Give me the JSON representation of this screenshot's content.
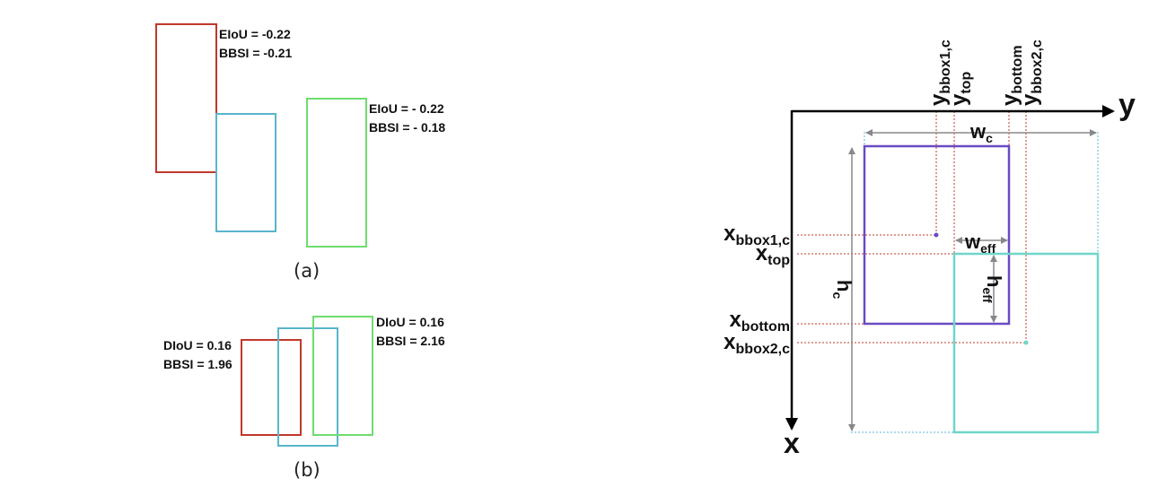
{
  "panel_a": {
    "red": {
      "eiou": "EIoU = -0.22",
      "bbsi": "BBSI = -0.21"
    },
    "green": {
      "eiou": "EIoU = - 0.22",
      "bbsi": "BBSI = - 0.18"
    },
    "caption": "(a)"
  },
  "panel_b": {
    "red": {
      "diou": "DIoU = 0.16",
      "bbsi": "BBSI = 1.96"
    },
    "green": {
      "diou": "DIoU = 0.16",
      "bbsi": "BBSI = 2.16"
    },
    "caption": "(b)"
  },
  "axes": {
    "x": "x",
    "y": "y"
  },
  "labels": {
    "y_bbox1": {
      "base": "y",
      "sub": "bbox1,c"
    },
    "y_top": {
      "base": "y",
      "sub": "top"
    },
    "y_bottom": {
      "base": "y",
      "sub": "bottom"
    },
    "y_bbox2": {
      "base": "y",
      "sub": "bbox2,c"
    },
    "x_bbox1": {
      "base": "x",
      "sub": "bbox1,c"
    },
    "x_top": {
      "base": "x",
      "sub": "top"
    },
    "x_bottom": {
      "base": "x",
      "sub": "bottom"
    },
    "x_bbox2": {
      "base": "x",
      "sub": "bbox2,c"
    },
    "w_c": {
      "base": "w",
      "sub": "c"
    },
    "h_c": {
      "base": "h",
      "sub": "c"
    },
    "w_eff": {
      "base": "w",
      "sub": "eff"
    },
    "h_eff": {
      "base": "h",
      "sub": "eff"
    }
  },
  "colors": {
    "red": "#c0392b",
    "blue": "#5ab4cc",
    "green": "#6fdc6f",
    "purple": "#6a4bc4",
    "teal": "#6fd6c8",
    "dotted_red": "#c0392b",
    "dotted_blue": "#5ab4e0",
    "arrow_gray": "#888888"
  }
}
